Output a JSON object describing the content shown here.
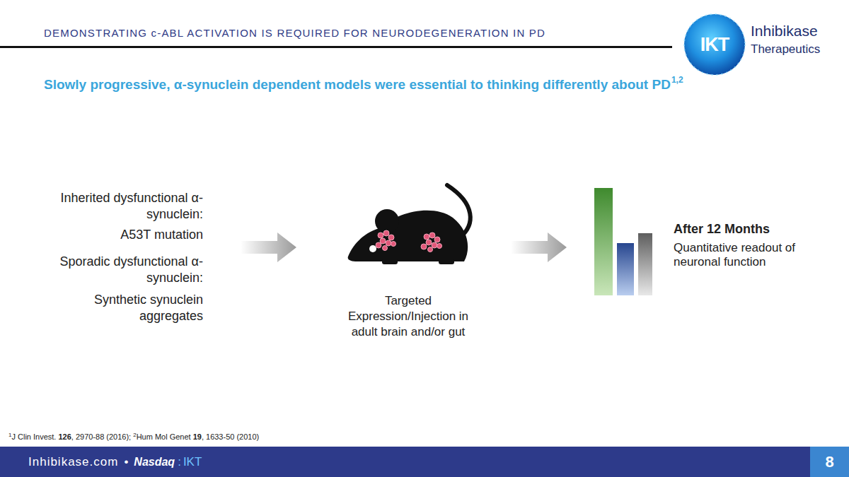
{
  "diagram": {
    "title": "DEMONSTRATING c-ABL ACTIVATION IS REQUIRED FOR NEURODEGENERATION IN PD",
    "labels": [
      "Slowly progressive, α-synuclein dependent models were essential to thinking differently about PD",
      "1,2",
      "Inherited dysfunctional α-synuclein:",
      "A53T mutation",
      "Sporadic dysfunctional α-synuclein:",
      "Synthetic synuclein aggregates",
      "Targeted Expression/Injection in adult brain and/or gut",
      "After 12 Months",
      "Quantitative readout of neuronal function",
      "1",
      "J Clin Invest.",
      "126",
      ", 2970-88 (2016);",
      "2",
      "Hum Mol Genet",
      "19",
      ", 1633-50 (2010)",
      "Inhibikase.com",
      "•",
      "Nasdaq",
      ":",
      "IKT",
      "8",
      "IKT",
      "Inhibikase",
      "Therapeutics"
    ]
  }
}
